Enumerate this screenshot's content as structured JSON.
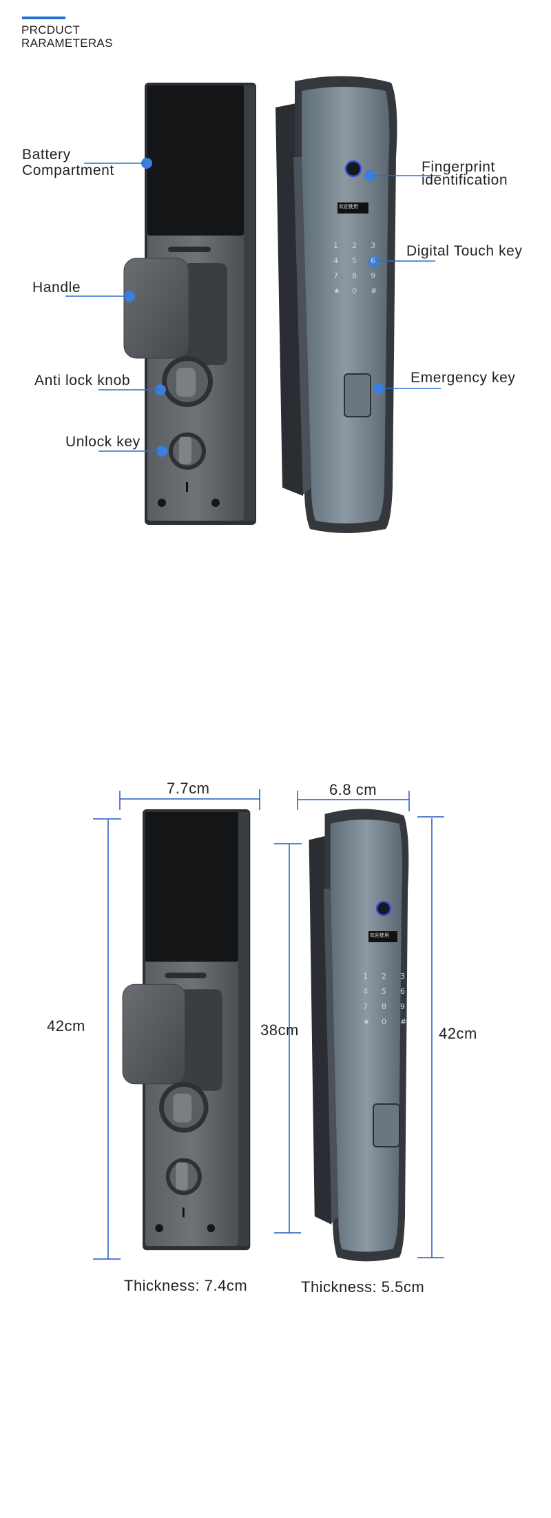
{
  "header": {
    "title_line1": "PRCDUCT",
    "title_line2": "RARAMETERAS",
    "accent_color": "#1f6fd6"
  },
  "callouts": {
    "battery_line1": "Battery",
    "battery_line2": "Compartment",
    "handle": "Handle",
    "anti_lock_knob": "Anti lock knob",
    "unlock_key": "Unlock key",
    "fingerprint_line1": "Fingerprint",
    "fingerprint_line2": "identification",
    "digital_touch_key": "Digital Touch key",
    "emergency_key": "Emergency key"
  },
  "lock_display": {
    "welcome": "欢迎使用"
  },
  "keypad": [
    "1",
    "2",
    "3",
    "4",
    "5",
    "6",
    "7",
    "8",
    "9",
    "★",
    "0",
    "#"
  ],
  "dimensions": {
    "front_width": "7.7cm",
    "back_width": "6.8 cm",
    "front_height": "42cm",
    "inner_height": "38cm",
    "back_height": "42cm",
    "front_thickness": "Thickness: 7.4cm",
    "back_thickness": "Thickness: 5.5cm"
  },
  "colors": {
    "callout_dot": "#3a7ee0",
    "callout_line": "#2a6fd0",
    "dimension_line": "#2456c8",
    "lock_body": "#3c4045"
  }
}
